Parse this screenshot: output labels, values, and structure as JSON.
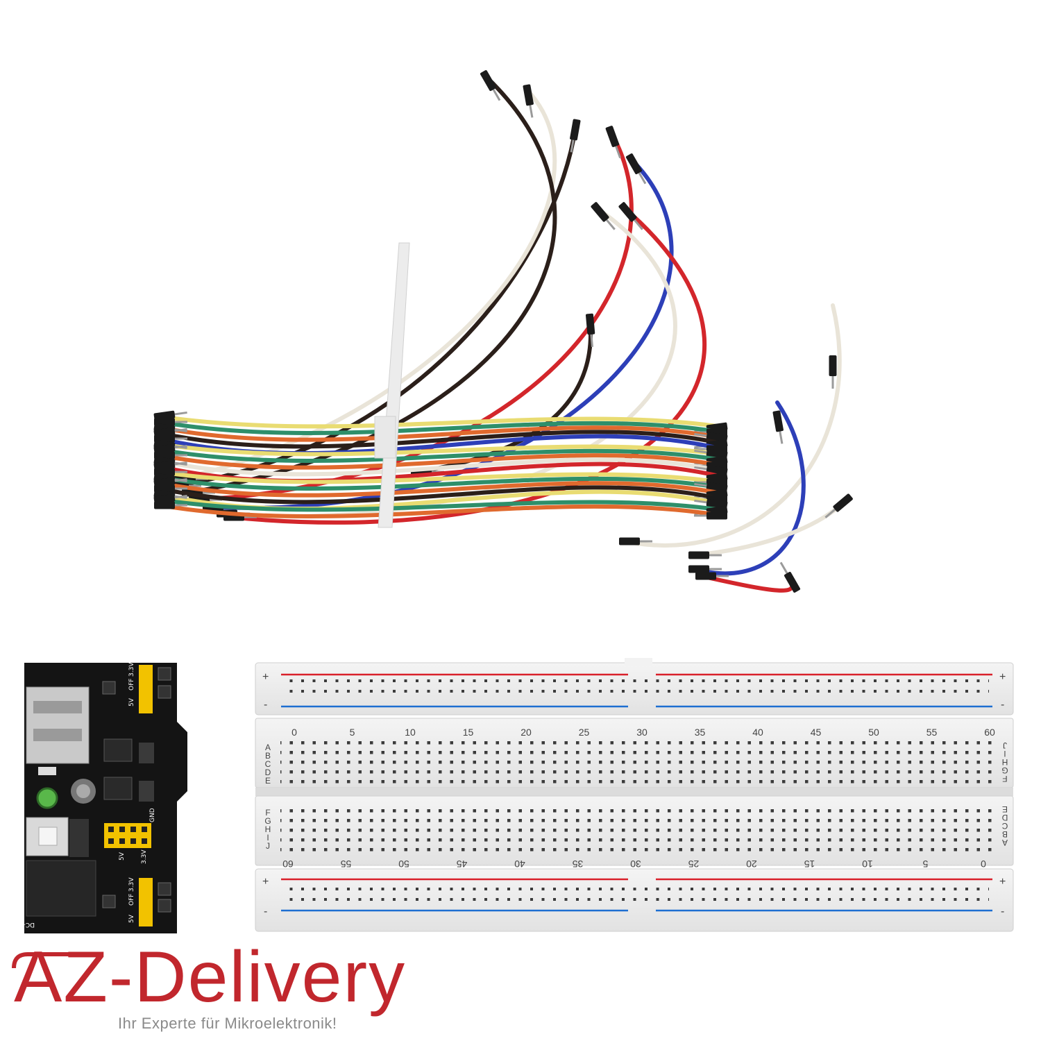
{
  "brand": {
    "name": "AZ-Delivery",
    "tagline": "Ihr Experte für Mikroelektronik!",
    "color": "#c1272d"
  },
  "breadboard": {
    "top_numbers": [
      "0",
      "5",
      "10",
      "15",
      "20",
      "25",
      "30",
      "35",
      "40",
      "45",
      "50",
      "55",
      "60"
    ],
    "bottom_numbers": [
      "60",
      "55",
      "50",
      "45",
      "40",
      "35",
      "30",
      "25",
      "20",
      "15",
      "10",
      "5",
      "0"
    ],
    "rows_left_top": [
      "A",
      "B",
      "C",
      "D",
      "E"
    ],
    "rows_left_bottom": [
      "F",
      "G",
      "H",
      "I",
      "J"
    ],
    "rows_right_top": [
      "J",
      "I",
      "H",
      "G",
      "F"
    ],
    "rows_right_bottom": [
      "E",
      "D",
      "C",
      "B",
      "A"
    ],
    "rail_plus": "+",
    "rail_minus": "-",
    "rail_red": "#d9202a",
    "rail_blue": "#1d6fd1"
  },
  "power_module": {
    "jumper_top": [
      "5V",
      "OFF",
      "3.3V"
    ],
    "jumper_bottom": [
      "5V",
      "OFF",
      "3.3V"
    ],
    "gnd_label": "GND",
    "v5_label": "5V",
    "v33_label": "3.3V",
    "dc_label": "DC-in"
  },
  "wire_colors": [
    "#2b1f1a",
    "#2d3fb8",
    "#e9e4d8",
    "#d3262b",
    "#e9dc72",
    "#2e8f6a",
    "#e06a2e"
  ]
}
